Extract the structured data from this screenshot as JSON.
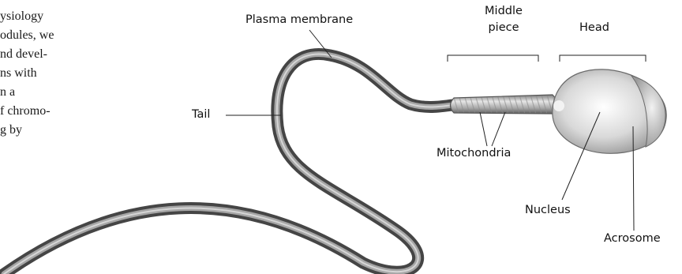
{
  "body_text_lines": [
    "ysiology",
    "odules, we",
    "nd devel-",
    "ns with",
    "n a",
    "f chromo-",
    "g by"
  ],
  "labels": {
    "plasma_membrane": "Plasma membrane",
    "middle_piece_line1": "Middle",
    "middle_piece_line2": "piece",
    "head": "Head",
    "tail": "Tail",
    "mitochondria": "Mitochondria",
    "nucleus": "Nucleus",
    "acrosome": "Acrosome"
  }
}
